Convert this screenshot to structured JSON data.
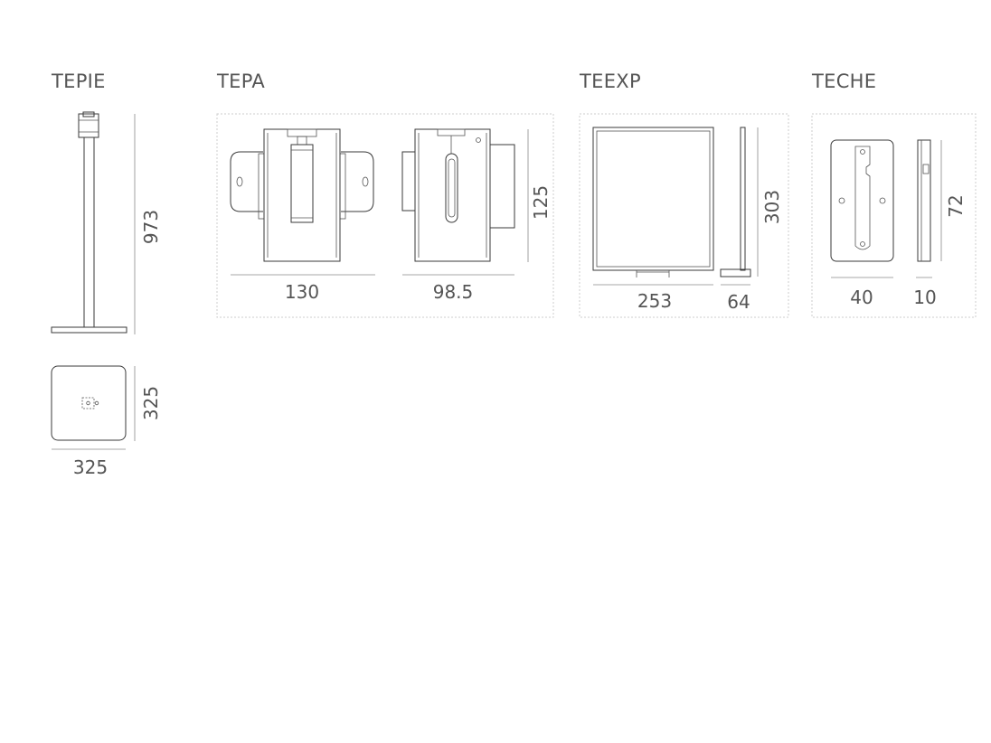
{
  "products": [
    {
      "name": "TEPIE",
      "dims": {
        "height": "973",
        "base_depth": "325",
        "base_width": "325"
      }
    },
    {
      "name": "TEPA",
      "dims": {
        "width_front": "130",
        "width_side": "98.5",
        "height": "125"
      }
    },
    {
      "name": "TEEXP",
      "dims": {
        "width": "253",
        "depth": "64",
        "height": "303"
      }
    },
    {
      "name": "TECHE",
      "dims": {
        "width": "40",
        "depth": "10",
        "height": "72"
      }
    }
  ],
  "colors": {
    "line": "#3a3a3a",
    "text": "#555555",
    "frame": "#cccccc"
  }
}
